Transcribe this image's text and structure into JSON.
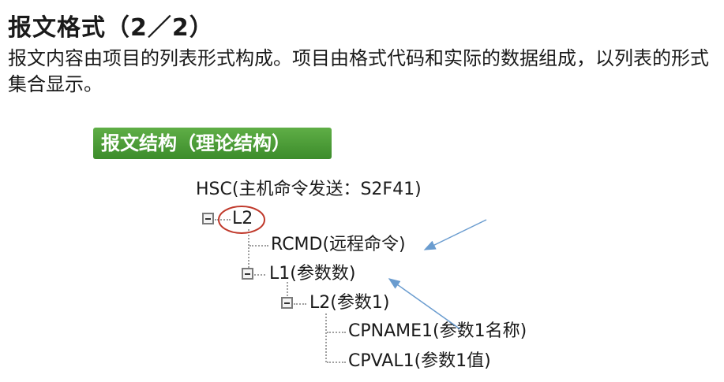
{
  "page": {
    "title": "报文格式（2／2）",
    "description": "报文内容由项目的列表形式构成。项目由格式代码和实际的数据组成，以列表的形式集合显示。"
  },
  "badge": {
    "label": "报文结构（理论结构）",
    "color": "#4a9c36"
  },
  "tree": {
    "root": "HSC(主机命令发送：S2F41)",
    "list_l2": "L2",
    "rcmd": "RCMD(远程命令)",
    "list_l1": "L1(参数数)",
    "list_l2_param": "L2(参数1)",
    "cpname": "CPNAME1(参数1名称)",
    "cpval": "CPVAL1(参数1值)"
  },
  "annotation": {
    "circle_color": "#c0392b",
    "arrow_color": "#6a9ccf"
  }
}
